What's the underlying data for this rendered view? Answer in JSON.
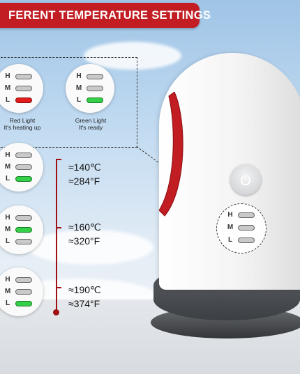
{
  "banner": {
    "title": "FERENT TEMPERATURE SETTINGS"
  },
  "indicator_letters": {
    "high": "H",
    "medium": "M",
    "low": "L"
  },
  "status_indicators": [
    {
      "lit": "L",
      "color": "red",
      "caption_line1": "Red Light",
      "caption_line2": "It's heating up"
    },
    {
      "lit": "L",
      "color": "green",
      "caption_line1": "Green Light",
      "caption_line2": "It's ready"
    }
  ],
  "temperature_settings": [
    {
      "lit": "L",
      "celsius": "≈140℃",
      "fahrenheit": "≈284°F"
    },
    {
      "lit": "M",
      "celsius": "≈160℃",
      "fahrenheit": "≈320°F"
    },
    {
      "lit": "M",
      "celsius": "≈190℃",
      "fahrenheit": "≈374°F"
    }
  ],
  "colors": {
    "accent_red": "#c11d22",
    "indicator_red": "#e21b1b",
    "indicator_green": "#34d04a",
    "device_white": "#f4f4f4",
    "device_gray": "#4a4d51"
  },
  "icons": [
    "power-icon"
  ]
}
